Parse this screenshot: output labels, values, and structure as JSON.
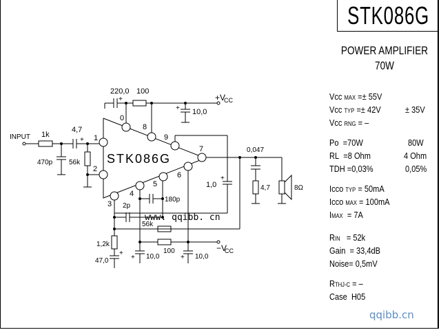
{
  "title": "STK086G",
  "subtitle": "POWER AMPLIFIER",
  "power_rating": "70W",
  "chip_label": "STK086G",
  "watermark_center": "www. qqibb. cn",
  "watermark_corner": "qqibb.cn",
  "specs": {
    "vcc_max": {
      "label": "Vcc",
      "sub": "MAX",
      "value": "=± 55V",
      "alt": ""
    },
    "vcc_typ": {
      "label": "Vcc",
      "sub": "TYP",
      "value": "=± 42V",
      "alt": "± 35V"
    },
    "vcc_rng": {
      "label": "Vcc",
      "sub": "RNG",
      "value": "=  –",
      "alt": ""
    },
    "po": {
      "label": "Po",
      "value": "=70W",
      "alt": "80W"
    },
    "rl": {
      "label": "RL",
      "value": "=8 Ohm",
      "alt": "4 Ohm"
    },
    "tdh": {
      "label": "TDH",
      "value": "=0,03%",
      "alt": "0,05%"
    },
    "icco_typ": {
      "label": "Icco",
      "sub": "TYP",
      "value": "= 50mA"
    },
    "icco_max": {
      "label": "Icco",
      "sub": "MAX",
      "value": "= 100mA"
    },
    "imax": {
      "label": "I",
      "sub": "MAX",
      "value": "=     7A"
    },
    "rin": {
      "label": "R",
      "sub": "IN",
      "value": "=  52k"
    },
    "gain": {
      "label": "Gain",
      "value": "=  33,4dB"
    },
    "noise": {
      "label": "Noise",
      "value": "= 0,5mV"
    },
    "rthj": {
      "label": "R",
      "sub": "THJ-C",
      "value": "= –"
    },
    "case": {
      "label": "Case",
      "value": "H05"
    }
  },
  "schematic": {
    "input_label": "INPUT",
    "vcc_pos": "+V",
    "vcc_neg": "−V",
    "vcc_sub": "CC",
    "pins": [
      "0",
      "8",
      "9",
      "7",
      "1",
      "2",
      "3",
      "4",
      "5",
      "6"
    ],
    "components": {
      "r_in": "1k",
      "c_in": "4,7",
      "c_filter": "470p",
      "r_bias": "56k",
      "c_boot": "220,0",
      "r_boot": "100",
      "c_vcc": "10,0",
      "c_zobel": "0,047",
      "r_zobel": "4,7",
      "speaker": "8Ω",
      "c_out": "1,0",
      "c_comp1": "2p",
      "c_comp2": "180p",
      "r_fb": "56k",
      "r_gnd": "1,2k",
      "c_gnd": "47,0",
      "c_neg1": "10,0",
      "r_neg": "100",
      "c_neg2": "10,0"
    }
  }
}
